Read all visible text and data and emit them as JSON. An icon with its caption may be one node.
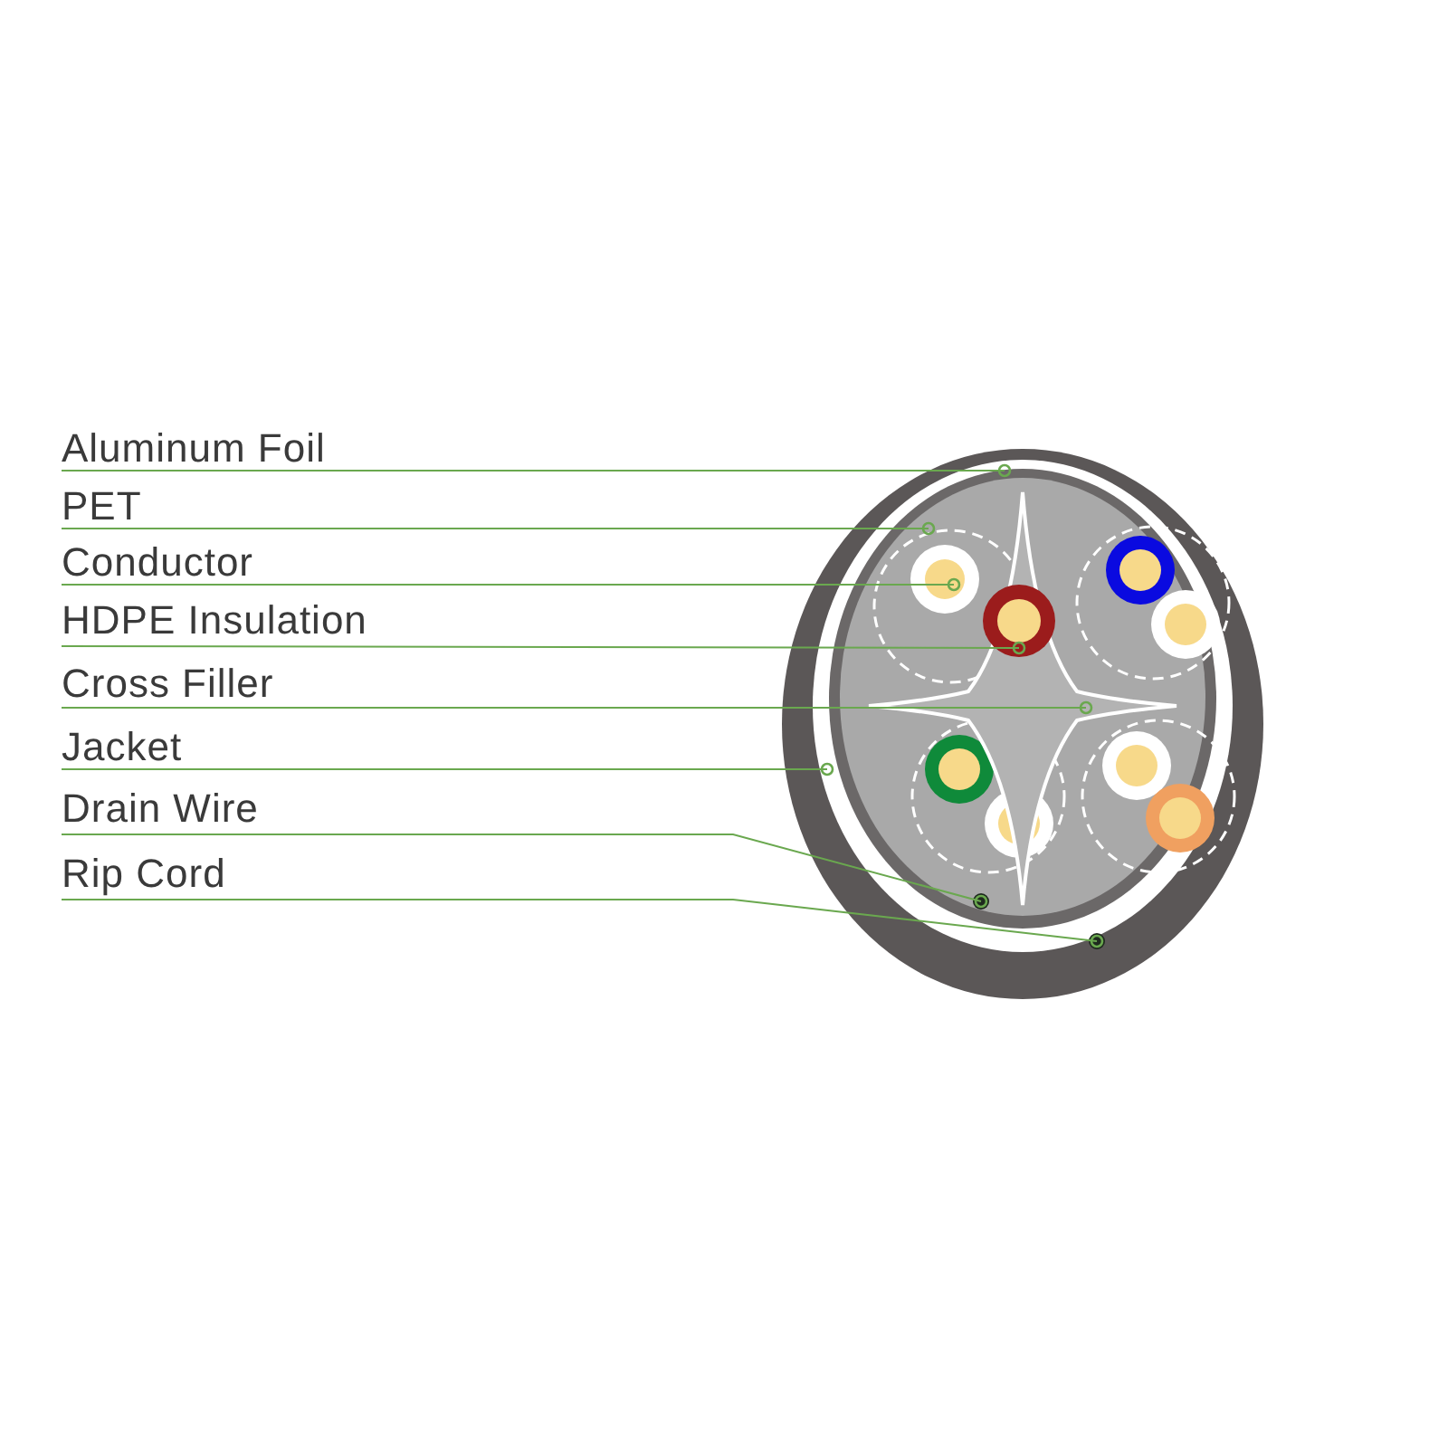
{
  "diagram": {
    "nodes": [
      {
        "text": [
          "Aluminum Foil"
        ]
      },
      {
        "text": [
          "PET"
        ]
      },
      {
        "text": [
          "Conductor"
        ]
      },
      {
        "text": [
          "HDPE Insulation"
        ]
      },
      {
        "text": [
          "Cross Filler"
        ]
      },
      {
        "text": [
          "Jacket"
        ]
      },
      {
        "text": [
          "Drain Wire"
        ]
      },
      {
        "text": [
          "Rip Cord"
        ]
      },
      {
        "text": [],
        "shape": "ring",
        "in": 13
      },
      {
        "text": [],
        "shape": "ring",
        "in": 8
      },
      {
        "text": [],
        "shape": "circle",
        "in": 9
      },
      {
        "text": [],
        "shape": "ring",
        "in": 12
      },
      {
        "text": [],
        "shape": "cross",
        "in": 9
      },
      {
        "text": [],
        "shape": "ring"
      },
      {
        "text": [],
        "shape": "circle",
        "in": 9
      },
      {
        "text": [],
        "shape": "circle",
        "in": 13
      }
    ],
    "edges": [
      {
        "from": 0,
        "to": 8,
        "arrow": "other"
      },
      {
        "from": 1,
        "to": 9,
        "arrow": "other"
      },
      {
        "from": 2,
        "to": 10,
        "arrow": "other"
      },
      {
        "from": 3,
        "to": 11,
        "arrow": "other"
      },
      {
        "from": 4,
        "to": 12,
        "arrow": "other"
      },
      {
        "from": 5,
        "to": 13,
        "arrow": "other"
      },
      {
        "from": 6,
        "to": 14,
        "arrow": "other"
      },
      {
        "from": 7,
        "to": 15,
        "arrow": "other"
      }
    ]
  }
}
